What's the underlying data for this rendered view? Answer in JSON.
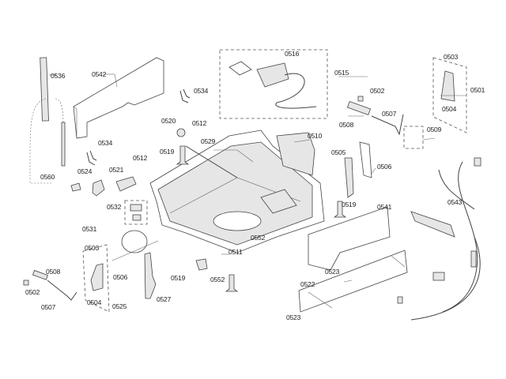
{
  "diagram": {
    "part_numbers": {
      "p0536": "0536",
      "p0542": "0542",
      "p0534a": "0534",
      "p0534b": "0534",
      "p0520": "0520",
      "p0512a": "0512",
      "p0529": "0529",
      "p0519a": "0519",
      "p0512b": "0512",
      "p0524": "0524",
      "p0521": "0521",
      "p0560": "0560",
      "p0532": "0532",
      "p0531": "0531",
      "p0503a": "0503",
      "p0508a": "0508",
      "p0502a": "0502",
      "p0507a": "0507",
      "p0506a": "0506",
      "p0504a": "0504",
      "p0525": "0525",
      "p0519b": "0519",
      "p0527": "0527",
      "p0552a": "0552",
      "p0511": "0511",
      "p0552b": "0552",
      "p0523a": "0523",
      "p0522": "0522",
      "p0523b": "0523",
      "p0516": "0516",
      "p0515": "0515",
      "p0502b": "0502",
      "p0507b": "0507",
      "p0508b": "0508",
      "p0510": "0510",
      "p0505": "0505",
      "p0506b": "0506",
      "p0509": "0509",
      "p0503b": "0503",
      "p0501": "0501",
      "p0504b": "0504",
      "p0543": "0543",
      "p0519c": "0519",
      "p0541": "0541"
    }
  }
}
